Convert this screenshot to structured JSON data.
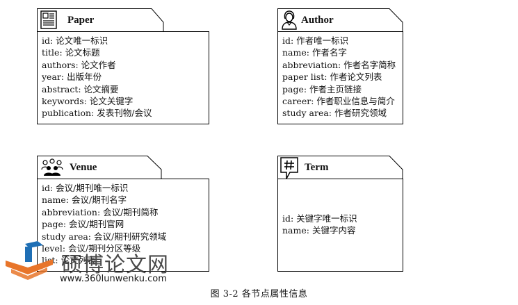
{
  "nodes": {
    "paper": {
      "title": "Paper",
      "icon": "newspaper-icon",
      "attributes": [
        "id: 论文唯一标识",
        "title: 论文标题",
        "authors: 论文作者",
        "year: 出版年份",
        "abstract: 论文摘要",
        "keywords: 论文关键字",
        "publication: 发表刊物/会议"
      ]
    },
    "author": {
      "title": "Author",
      "icon": "person-icon",
      "attributes": [
        "id: 作者唯一标识",
        "name: 作者名字",
        "abbreviation: 作者名字简称",
        "paper list: 作者论文列表",
        "page: 作者主页链接",
        "career: 作者职业信息与简介",
        "study area: 作者研究领域"
      ]
    },
    "venue": {
      "title": "Venue",
      "icon": "group-icon",
      "attributes": [
        "id: 会议/期刊唯一标识",
        "name: 会议/期刊名字",
        "abbreviation: 会议/期刊简称",
        "page: 会议/期刊官网",
        "study area: 会议/期刊研究领域",
        "level: 会议/期刊分区等级",
        "list: 论文列表"
      ]
    },
    "term": {
      "title": "Term",
      "icon": "hashtag-bubble-icon",
      "attributes": [
        "id: 关键字唯一标识",
        "name: 关键字内容"
      ]
    }
  },
  "caption": "图 3-2 各节点属性信息",
  "watermark": {
    "text": "硕博论文网",
    "url": "www.360lunwenku.com"
  }
}
